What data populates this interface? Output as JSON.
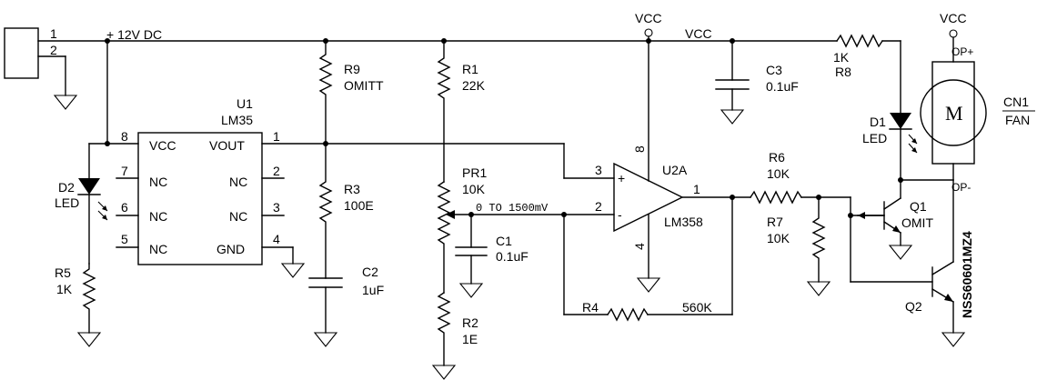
{
  "connector": {
    "pin1": "1",
    "pin2": "2",
    "supply_label": "+ 12V DC"
  },
  "vcc": {
    "opamp_label": "VCC",
    "rail_label": "VCC",
    "fan_label": "VCC"
  },
  "u1": {
    "ref": "U1",
    "part": "LM35",
    "pins": [
      {
        "num": "8",
        "name": "VCC"
      },
      {
        "num": "7",
        "name": "NC"
      },
      {
        "num": "6",
        "name": "NC"
      },
      {
        "num": "5",
        "name": "NC"
      },
      {
        "num": "1",
        "name": "VOUT"
      },
      {
        "num": "2",
        "name": "NC"
      },
      {
        "num": "3",
        "name": "NC"
      },
      {
        "num": "4",
        "name": "GND"
      }
    ]
  },
  "d2": {
    "ref": "D2",
    "type": "LED"
  },
  "r5": {
    "ref": "R5",
    "value": "1K"
  },
  "r9": {
    "ref": "R9",
    "value": "OMITT"
  },
  "r3": {
    "ref": "R3",
    "value": "100E"
  },
  "c2": {
    "ref": "C2",
    "value": "1uF"
  },
  "r1": {
    "ref": "R1",
    "value": "22K"
  },
  "pr1": {
    "ref": "PR1",
    "value": "10K",
    "range": "0 TO 1500mV"
  },
  "c1": {
    "ref": "C1",
    "value": "0.1uF"
  },
  "r2": {
    "ref": "R2",
    "value": "1E"
  },
  "u2a": {
    "ref": "U2A",
    "part": "LM358",
    "pin_plus": "3",
    "pin_minus": "2",
    "pin_out": "1",
    "pin_vcc": "8",
    "pin_gnd": "4",
    "plus_sign": "+",
    "minus_sign": "-"
  },
  "r4": {
    "ref": "R4",
    "value": "560K"
  },
  "c3": {
    "ref": "C3",
    "value": "0.1uF"
  },
  "r6": {
    "ref": "R6",
    "value": "10K"
  },
  "r7": {
    "ref": "R7",
    "value": "10K"
  },
  "r8": {
    "ref": "R8",
    "value": "1K"
  },
  "d1": {
    "ref": "D1",
    "type": "LED"
  },
  "q1": {
    "ref": "Q1",
    "value": "OMIT"
  },
  "q2": {
    "ref": "Q2",
    "part": "NSS60601MZ4"
  },
  "fan": {
    "ref": "CN1",
    "name": "FAN",
    "motor_letter": "M",
    "op_plus": "OP+",
    "op_minus": "OP-"
  }
}
